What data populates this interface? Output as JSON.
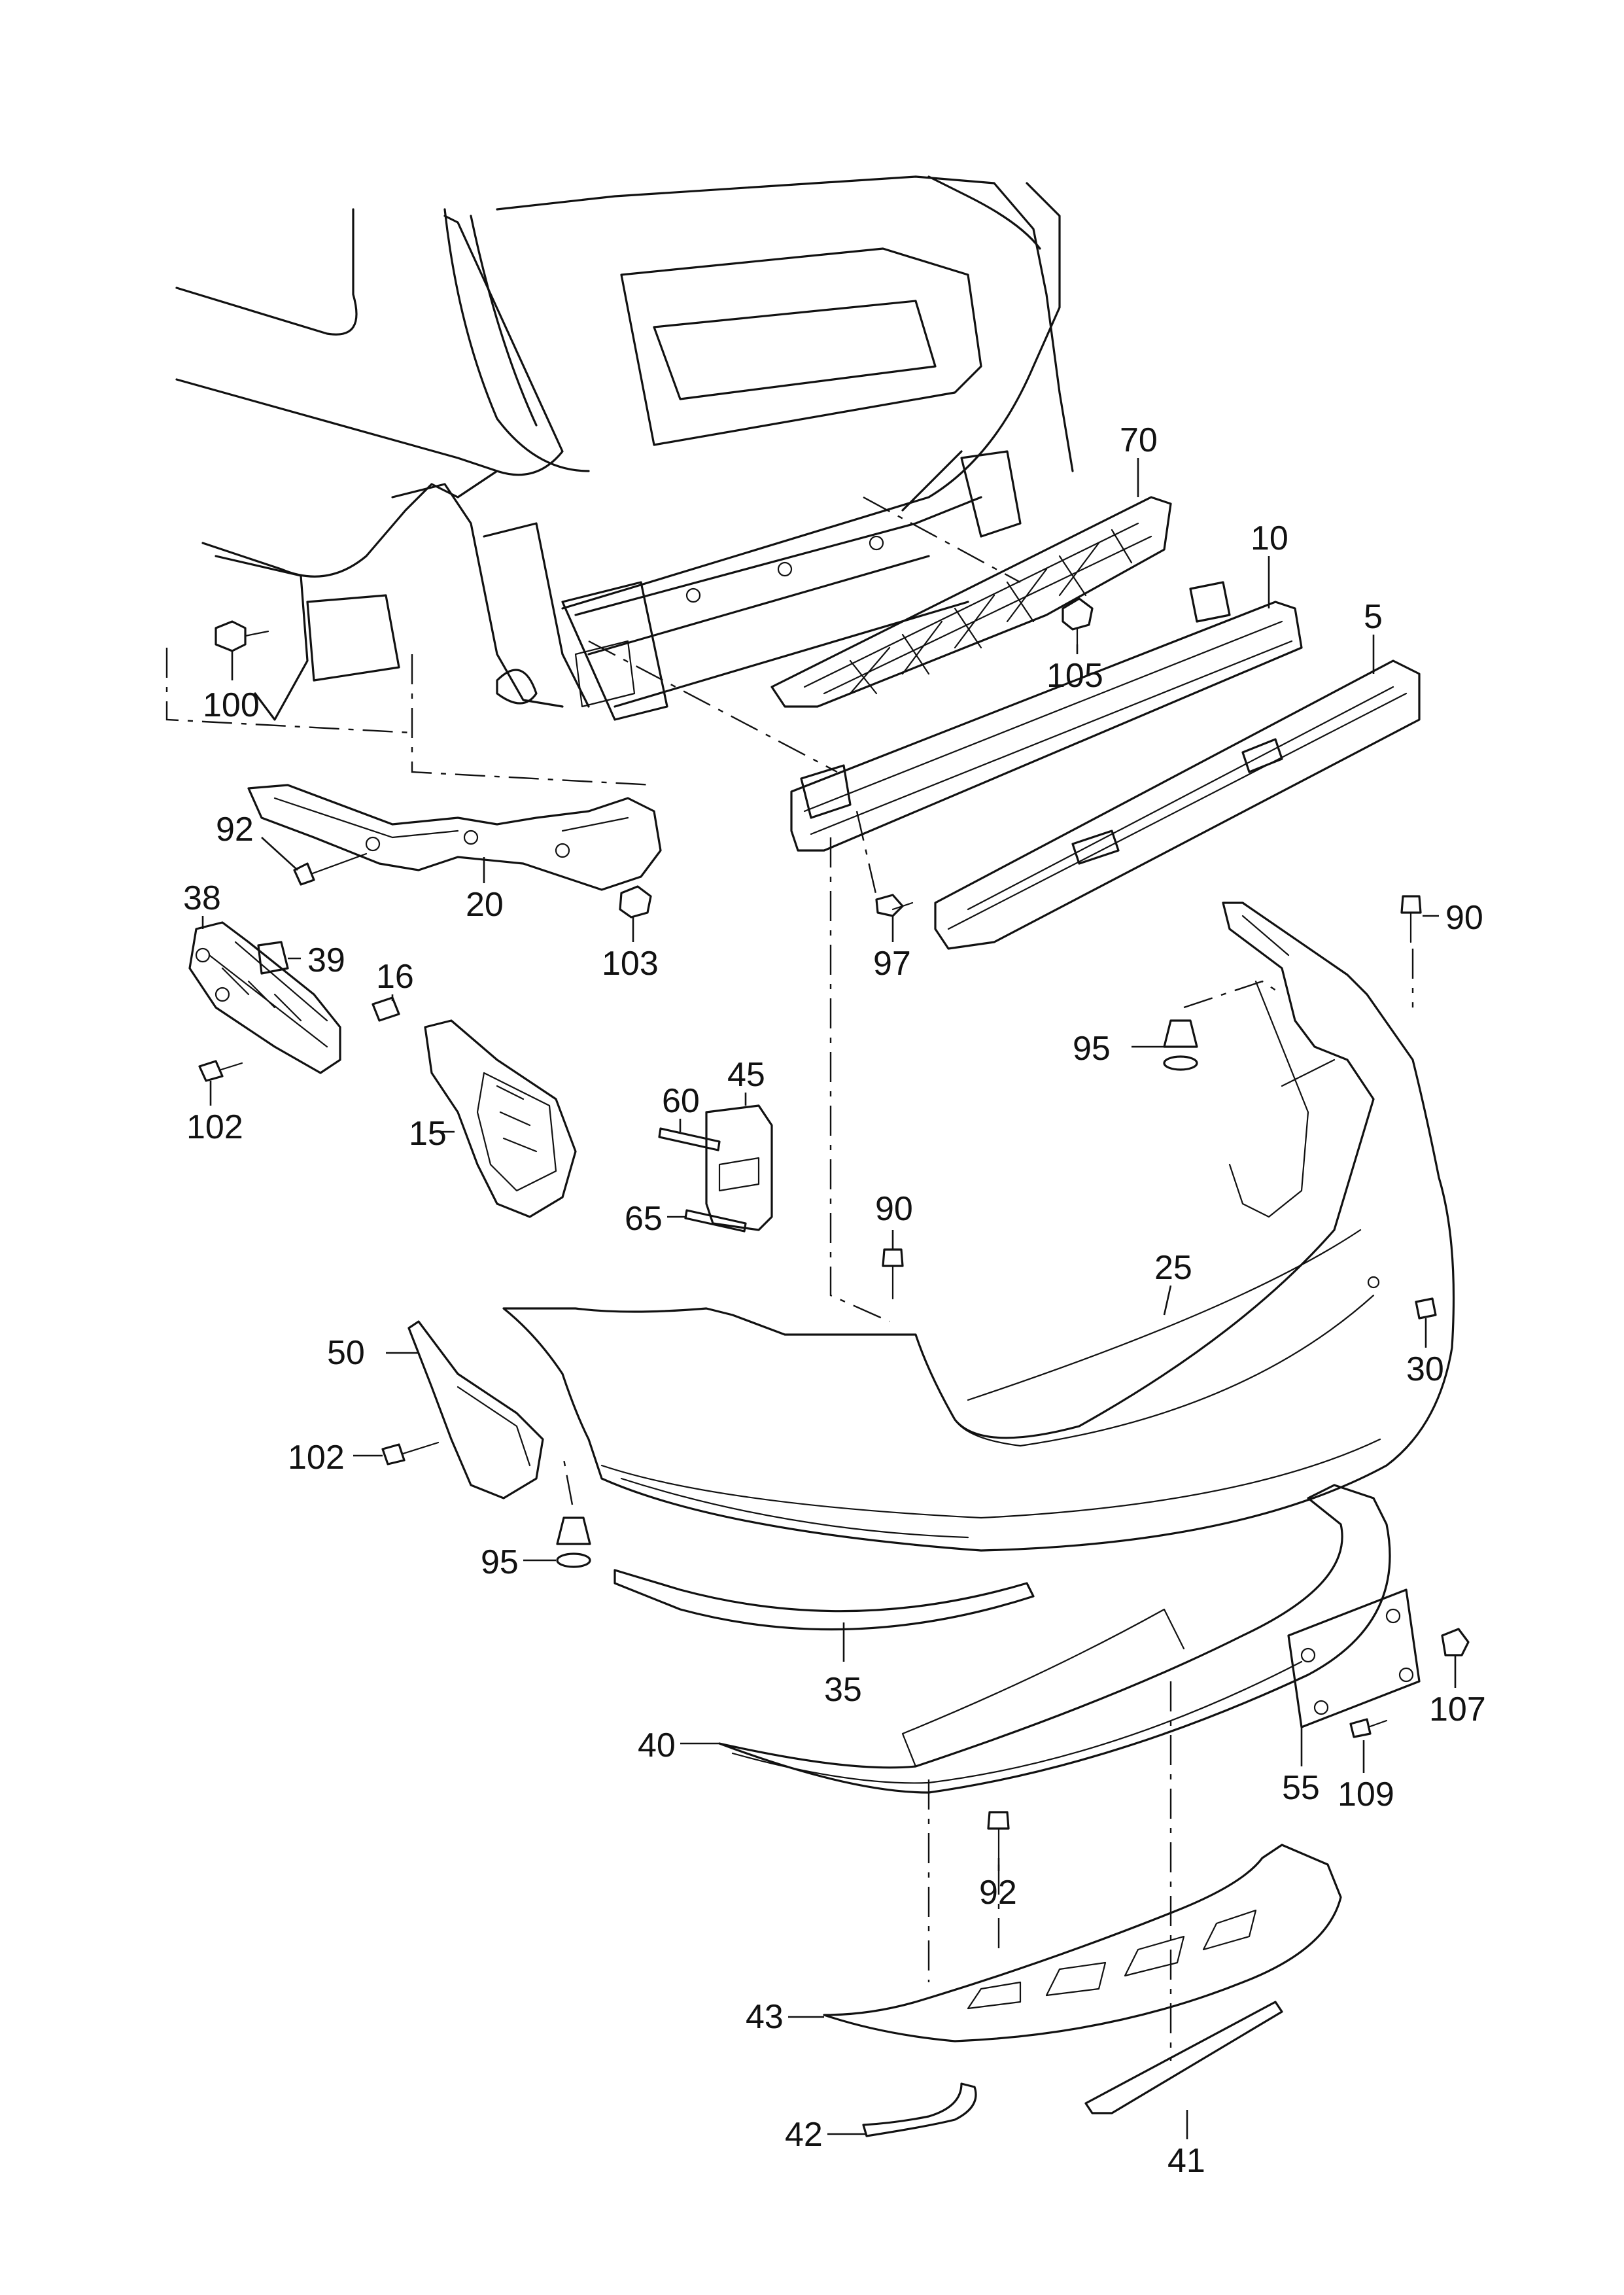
{
  "diagram": {
    "callouts": [
      {
        "id": "c70",
        "text": "70"
      },
      {
        "id": "c10",
        "text": "10"
      },
      {
        "id": "c5",
        "text": "5"
      },
      {
        "id": "c105",
        "text": "105"
      },
      {
        "id": "c100",
        "text": "100"
      },
      {
        "id": "c92a",
        "text": "92"
      },
      {
        "id": "c20",
        "text": "20"
      },
      {
        "id": "c103",
        "text": "103"
      },
      {
        "id": "c97",
        "text": "97"
      },
      {
        "id": "c38",
        "text": "38"
      },
      {
        "id": "c39",
        "text": "39"
      },
      {
        "id": "c16",
        "text": "16"
      },
      {
        "id": "c102a",
        "text": "102"
      },
      {
        "id": "c15",
        "text": "15"
      },
      {
        "id": "c60",
        "text": "60"
      },
      {
        "id": "c45",
        "text": "45"
      },
      {
        "id": "c65",
        "text": "65"
      },
      {
        "id": "c90a",
        "text": "90"
      },
      {
        "id": "c95a",
        "text": "95"
      },
      {
        "id": "c90b",
        "text": "90"
      },
      {
        "id": "c25",
        "text": "25"
      },
      {
        "id": "c30",
        "text": "30"
      },
      {
        "id": "c50",
        "text": "50"
      },
      {
        "id": "c102b",
        "text": "102"
      },
      {
        "id": "c95b",
        "text": "95"
      },
      {
        "id": "c35",
        "text": "35"
      },
      {
        "id": "c40",
        "text": "40"
      },
      {
        "id": "c92b",
        "text": "92"
      },
      {
        "id": "c55",
        "text": "55"
      },
      {
        "id": "c107",
        "text": "107"
      },
      {
        "id": "c109",
        "text": "109"
      },
      {
        "id": "c43",
        "text": "43"
      },
      {
        "id": "c42",
        "text": "42"
      },
      {
        "id": "c41",
        "text": "41"
      }
    ]
  }
}
